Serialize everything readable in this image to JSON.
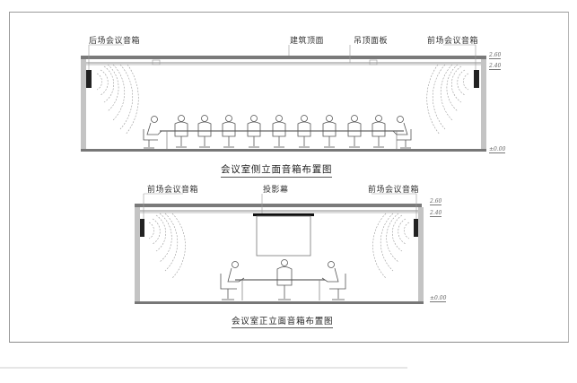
{
  "diagrams": [
    {
      "id": "side-elevation",
      "caption": "会议室侧立面音箱布置图",
      "labels": {
        "rear_speaker": "后场会议音箱",
        "building_ceiling": "建筑顶面",
        "suspended_ceiling": "吊顶面板",
        "front_speaker": "前场会议音箱"
      },
      "elevations": [
        "2.60",
        "2.40",
        "±0.00"
      ],
      "seated_people": 11,
      "speakers": 2
    },
    {
      "id": "front-elevation",
      "caption": "会议室正立面音箱布置图",
      "labels": {
        "left_speaker": "前场会议音箱",
        "projection_screen": "投影幕",
        "right_speaker": "前场会议音箱"
      },
      "elevations": [
        "2.60",
        "2.40",
        "±0.00"
      ],
      "seated_people": 3,
      "speakers": 2
    }
  ],
  "colors": {
    "line": "#555555",
    "wall": "#bdbdbd",
    "ceiling": "#7a7a7a",
    "screen_bar": "#111111",
    "speaker": "#222222"
  }
}
